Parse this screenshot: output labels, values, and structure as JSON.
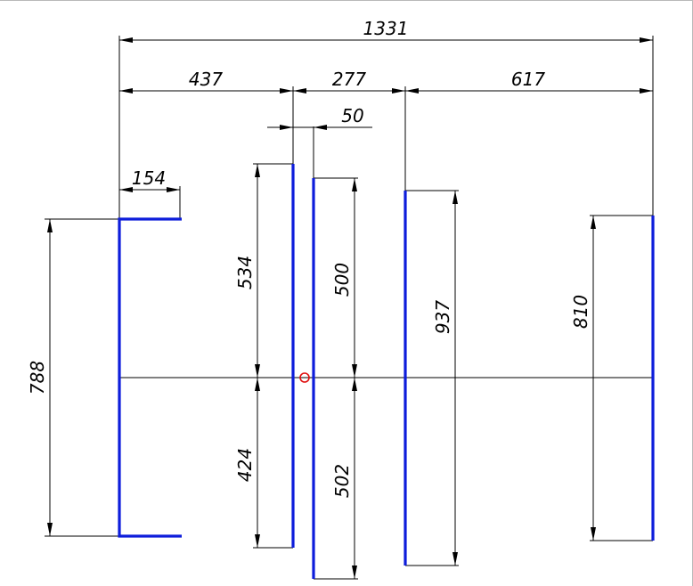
{
  "colors": {
    "profile": "#0d1ddb",
    "dimension": "#000000",
    "origin_marker": "#e01010"
  },
  "dimensions": {
    "overall_width": "1331",
    "segment_1": "437",
    "segment_2": "277",
    "segment_3": "617",
    "gap": "50",
    "flange_width": "154",
    "channel_height": "788",
    "upper_1": "534",
    "lower_1": "424",
    "upper_2": "500",
    "lower_2": "502",
    "height_3": "937",
    "height_4": "810"
  }
}
